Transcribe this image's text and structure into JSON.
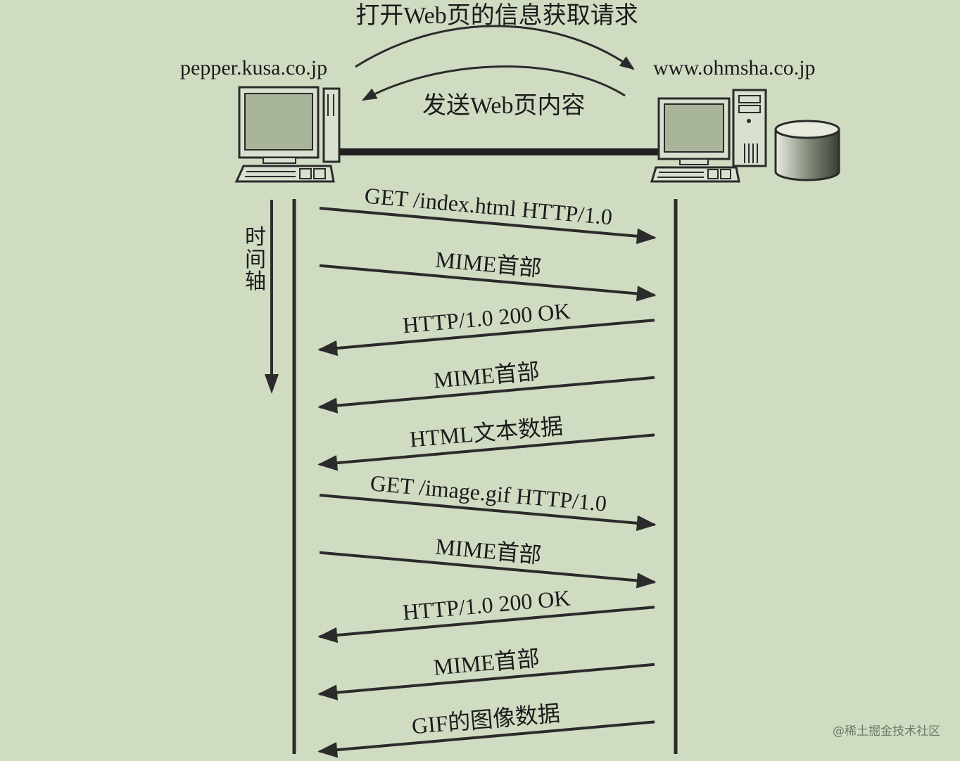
{
  "title_request": "打开Web页的信息获取请求",
  "title_response": "发送Web页内容",
  "client": {
    "host": "pepper.kusa.co.jp"
  },
  "server": {
    "host": "www.ohmsha.co.jp"
  },
  "time_axis_label": "时间轴",
  "messages": [
    {
      "text": "GET /index.html HTTP/1.0",
      "direction": "to-server"
    },
    {
      "text": "MIME首部",
      "direction": "to-server"
    },
    {
      "text": "HTTP/1.0 200 OK",
      "direction": "to-client"
    },
    {
      "text": "MIME首部",
      "direction": "to-client"
    },
    {
      "text": "HTML文本数据",
      "direction": "to-client"
    },
    {
      "text": "GET /image.gif  HTTP/1.0",
      "direction": "to-server"
    },
    {
      "text": "MIME首部",
      "direction": "to-server"
    },
    {
      "text": "HTTP/1.0 200 OK",
      "direction": "to-client"
    },
    {
      "text": "MIME首部",
      "direction": "to-client"
    },
    {
      "text": "GIF的图像数据",
      "direction": "to-client"
    }
  ],
  "watermark": "@稀土掘金技术社区",
  "colors": {
    "background": "#d0dcc2",
    "ink": "#2b2b2b",
    "screen": "#a9b59a"
  }
}
